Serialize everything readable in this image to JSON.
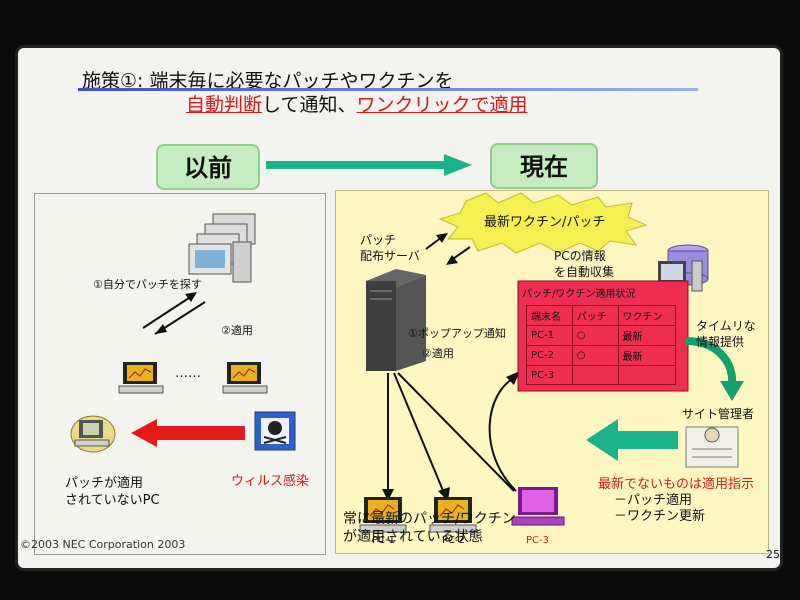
{
  "title": {
    "line1": "施策①: 端末毎に必要なパッチやワクチンを",
    "line2_red1": "自動判断",
    "line2_mid": "して通知、",
    "line2_red2": "ワンクリックで適用"
  },
  "header": {
    "before": "以前",
    "now": "現在"
  },
  "left": {
    "search_patch": "①自分でパッチを探す",
    "apply": "②適用",
    "dots": "……",
    "unpatched_l1": "パッチが適用",
    "unpatched_l2": "されていないPC",
    "virus": "ウィルス感染"
  },
  "right": {
    "burst": "最新ワクチン/パッチ",
    "server_l1": "パッチ",
    "server_l2": "配布サーバ",
    "collect_l1": "PCの情報",
    "collect_l2": "を自動収集",
    "popup": "①ポップアップ通知",
    "apply": "②適用",
    "table_title": "パッチ/ワクチン適用状況",
    "table_header": [
      "端末名",
      "パッチ",
      "ワクチン"
    ],
    "table_rows": [
      [
        "PC-1",
        "○",
        "最新"
      ],
      [
        "PC-2",
        "○",
        "最新"
      ],
      [
        "PC-3",
        "",
        ""
      ]
    ],
    "timely_l1": "タイムリな",
    "timely_l2": "情報提供",
    "admin": "サイト管理者",
    "instruct": "最新でないものは適用指示",
    "instruct_a": "－パッチ適用",
    "instruct_b": "－ワクチン更新",
    "pc_labels": [
      "PC-1",
      "PC-2",
      "PC-3"
    ],
    "state_l1": "常に最新のパッチ/ワクチン",
    "state_l2": "が適用されている状態"
  },
  "footer": "©2003 NEC Corporation 2003",
  "page_number": "25",
  "colors": {
    "accent_red": "#d41a1a",
    "green_box": "#c6ecc2",
    "green_arrow": "#19b48a",
    "panel_yellow": "#fff7c2",
    "table_red": "#ef2d52",
    "burst_yellow": "#f4f051"
  }
}
